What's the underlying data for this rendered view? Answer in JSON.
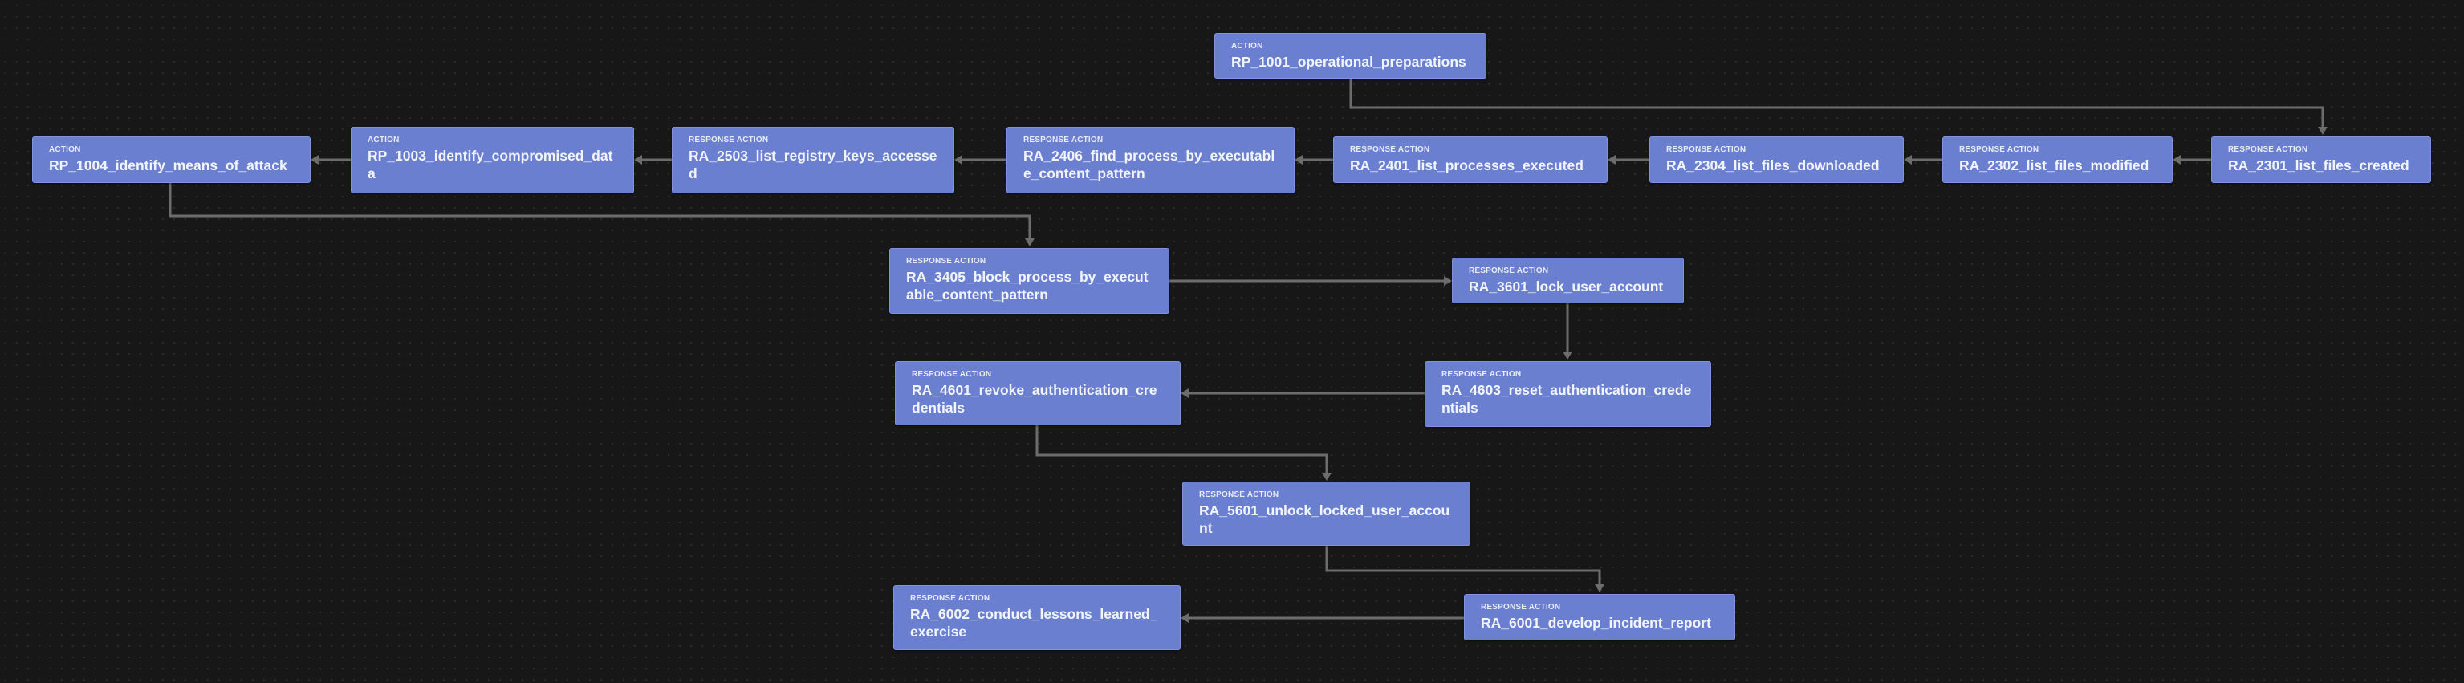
{
  "nodes": [
    {
      "id": "rp1001",
      "kind": "Action",
      "label": "RP_1001_operational_preparations"
    },
    {
      "id": "ra2301",
      "kind": "Response Action",
      "label": "RA_2301_list_files_created"
    },
    {
      "id": "ra2302",
      "kind": "Response Action",
      "label": "RA_2302_list_files_modified"
    },
    {
      "id": "ra2304",
      "kind": "Response Action",
      "label": "RA_2304_list_files_downloaded"
    },
    {
      "id": "ra2401",
      "kind": "Response Action",
      "label": "RA_2401_list_processes_executed"
    },
    {
      "id": "ra2406",
      "kind": "Response Action",
      "label": "RA_2406_find_process_by_executable_content_pattern"
    },
    {
      "id": "ra2503",
      "kind": "Response Action",
      "label": "RA_2503_list_registry_keys_accessed"
    },
    {
      "id": "rp1003",
      "kind": "Action",
      "label": "RP_1003_identify_compromised_data"
    },
    {
      "id": "rp1004",
      "kind": "Action",
      "label": "RP_1004_identify_means_of_attack"
    },
    {
      "id": "ra3405",
      "kind": "Response Action",
      "label": "RA_3405_block_process_by_executable_content_pattern"
    },
    {
      "id": "ra3601",
      "kind": "Response Action",
      "label": "RA_3601_lock_user_account"
    },
    {
      "id": "ra4603",
      "kind": "Response Action",
      "label": "RA_4603_reset_authentication_credentials"
    },
    {
      "id": "ra4601",
      "kind": "Response Action",
      "label": "RA_4601_revoke_authentication_credentials"
    },
    {
      "id": "ra5601",
      "kind": "Response Action",
      "label": "RA_5601_unlock_locked_user_account"
    },
    {
      "id": "ra6001",
      "kind": "Response Action",
      "label": "RA_6001_develop_incident_report"
    },
    {
      "id": "ra6002",
      "kind": "Response Action",
      "label": "RA_6002_conduct_lessons_learned_exercise"
    }
  ],
  "edges": [
    {
      "from": "rp1001",
      "to": "ra2301"
    },
    {
      "from": "ra2301",
      "to": "ra2302"
    },
    {
      "from": "ra2302",
      "to": "ra2304"
    },
    {
      "from": "ra2304",
      "to": "ra2401"
    },
    {
      "from": "ra2401",
      "to": "ra2406"
    },
    {
      "from": "ra2406",
      "to": "ra2503"
    },
    {
      "from": "ra2503",
      "to": "rp1003"
    },
    {
      "from": "rp1003",
      "to": "rp1004"
    },
    {
      "from": "rp1004",
      "to": "ra3405"
    },
    {
      "from": "ra3405",
      "to": "ra3601"
    },
    {
      "from": "ra3601",
      "to": "ra4603"
    },
    {
      "from": "ra4603",
      "to": "ra4601"
    },
    {
      "from": "ra4601",
      "to": "ra5601"
    },
    {
      "from": "ra5601",
      "to": "ra6001"
    },
    {
      "from": "ra6001",
      "to": "ra6002"
    }
  ]
}
